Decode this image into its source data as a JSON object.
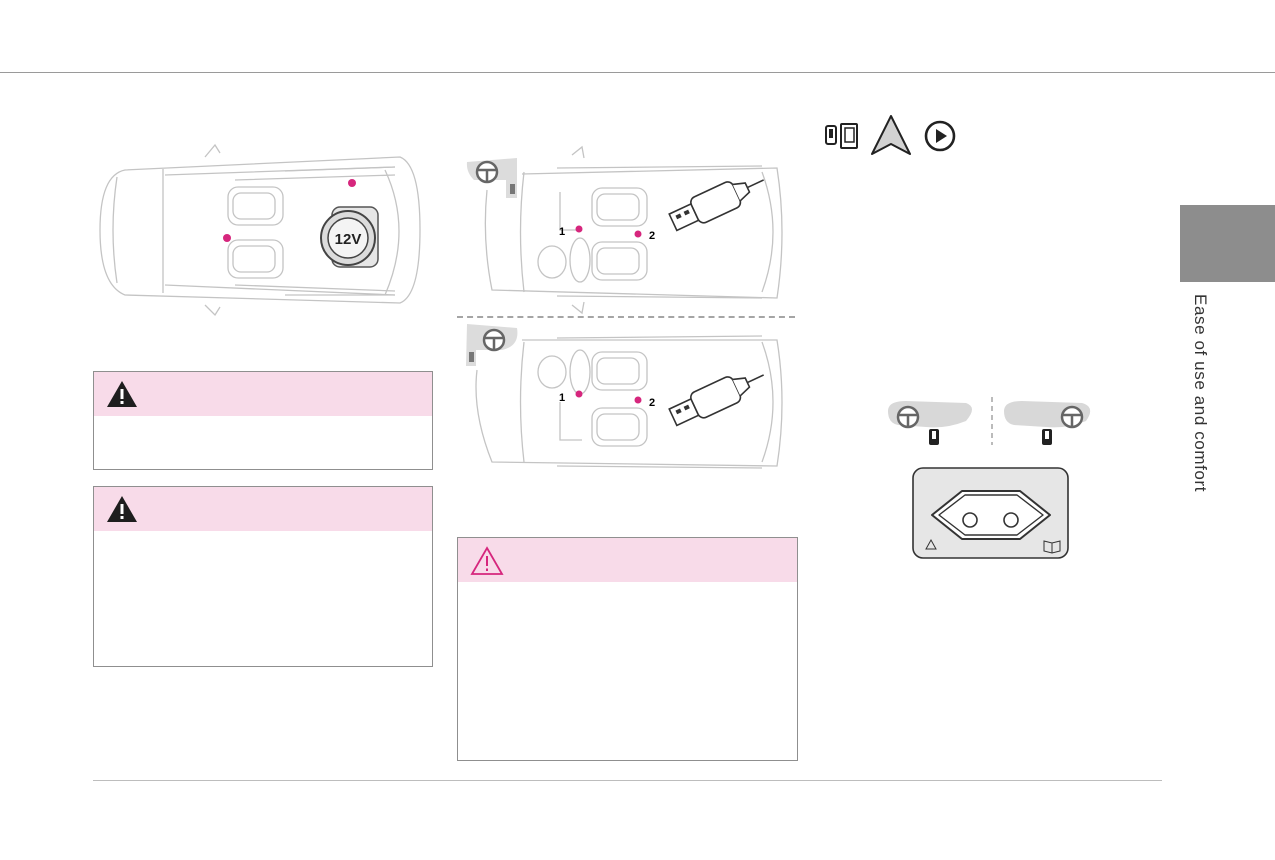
{
  "sidebar": {
    "section_label": "Ease of use and comfort"
  },
  "figures": {
    "socket_label": "12V",
    "usb_marker_1": "1",
    "usb_marker_2": "2",
    "usb_marker_1b": "1",
    "usb_marker_2b": "2"
  },
  "colors": {
    "accent_magenta": "#d6267d",
    "warning_header_pink": "#f8dbe9",
    "side_tab_grey": "#8d8d8d",
    "line_grey": "#b9b9b9"
  },
  "icons": [
    "warning-icon",
    "phone-mirror-icon",
    "android-auto-icon",
    "carplay-icon",
    "steering-wheel-icon",
    "usb-plug-icon",
    "power-socket-icon"
  ]
}
